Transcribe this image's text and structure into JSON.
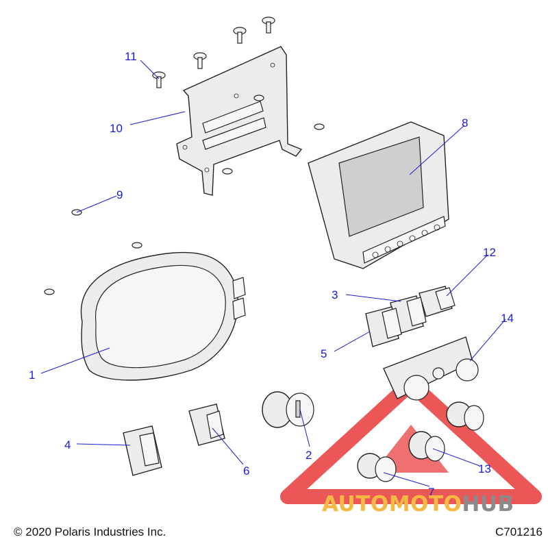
{
  "callouts": [
    {
      "id": "1",
      "label": "1"
    },
    {
      "id": "2",
      "label": "2"
    },
    {
      "id": "3",
      "label": "3"
    },
    {
      "id": "4",
      "label": "4"
    },
    {
      "id": "5",
      "label": "5"
    },
    {
      "id": "6",
      "label": "6"
    },
    {
      "id": "7",
      "label": "7"
    },
    {
      "id": "8",
      "label": "8"
    },
    {
      "id": "9",
      "label": "9"
    },
    {
      "id": "10",
      "label": "10"
    },
    {
      "id": "11",
      "label": "11"
    },
    {
      "id": "12",
      "label": "12"
    },
    {
      "id": "13",
      "label": "13"
    },
    {
      "id": "14",
      "label": "14"
    }
  ],
  "footer": {
    "copyright": "© 2020 Polaris Industries Inc.",
    "drawing_id": "C701216"
  },
  "watermark": {
    "text_part1": "AUTOMOTO",
    "text_part2": "HUB",
    "color_primary": "#f4b942",
    "color_secondary": "#8a8a8a",
    "triangle_color": "#e83a3a"
  },
  "colors": {
    "callout": "#1a1ad6"
  }
}
